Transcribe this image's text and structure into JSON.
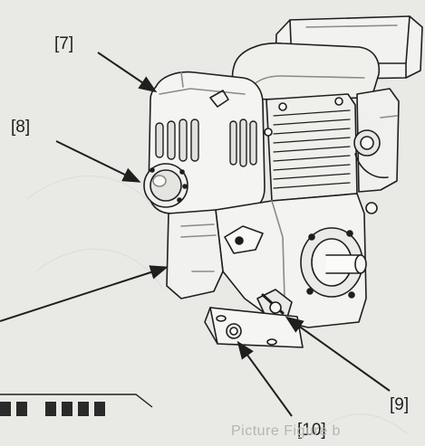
{
  "callouts": {
    "c7": "[7]",
    "c8": "[8]",
    "c9": "[9]",
    "c10": "[10]"
  },
  "caption": "Picture Figure b",
  "colors": {
    "paper": "#e9e9e6",
    "ink": "#1f1f1f",
    "mid": "#8a8a88",
    "light": "#cfcfcc"
  }
}
